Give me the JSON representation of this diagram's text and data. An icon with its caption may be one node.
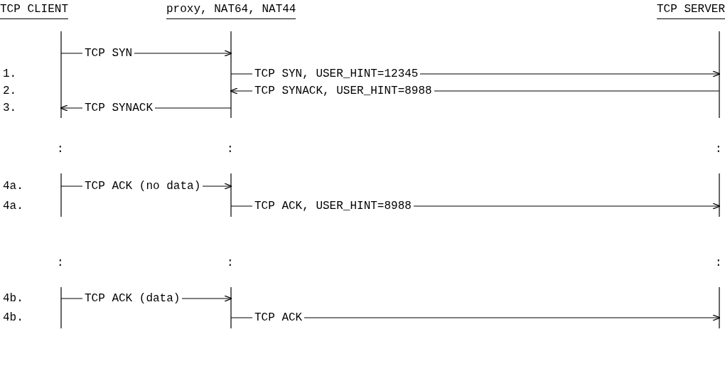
{
  "diagram": {
    "nodes": [
      {
        "text": [
          "TCP CLIENT"
        ]
      },
      {
        "text": [
          "proxy, NAT64, NAT44"
        ]
      },
      {
        "text": [
          "TCP SERVER"
        ]
      }
    ],
    "edges": [
      {
        "from": 0,
        "to": 1,
        "arrow": "to",
        "label": "TCP SYN"
      },
      {
        "from": 1,
        "to": 2,
        "arrow": "to",
        "label": "TCP SYN, USER_HINT=12345"
      },
      {
        "from": 2,
        "to": 1,
        "arrow": "to",
        "label": "TCP SYNACK, USER_HINT=8988"
      },
      {
        "from": 1,
        "to": 0,
        "arrow": "to",
        "label": "TCP SYNACK"
      },
      {
        "from": 0,
        "to": 1,
        "arrow": "to",
        "label": "TCP ACK (no data)"
      },
      {
        "from": 1,
        "to": 2,
        "arrow": "to",
        "label": "TCP ACK, USER_HINT=8988"
      },
      {
        "from": 0,
        "to": 1,
        "arrow": "to",
        "label": "TCP ACK (data)"
      },
      {
        "from": 1,
        "to": 2,
        "arrow": "to",
        "label": "TCP ACK"
      }
    ],
    "labels": [
      "1.",
      "2.",
      "3.",
      ":",
      ":",
      ":",
      "4a.",
      "4a.",
      ":",
      ":",
      ":",
      "4b.",
      "4b."
    ]
  }
}
